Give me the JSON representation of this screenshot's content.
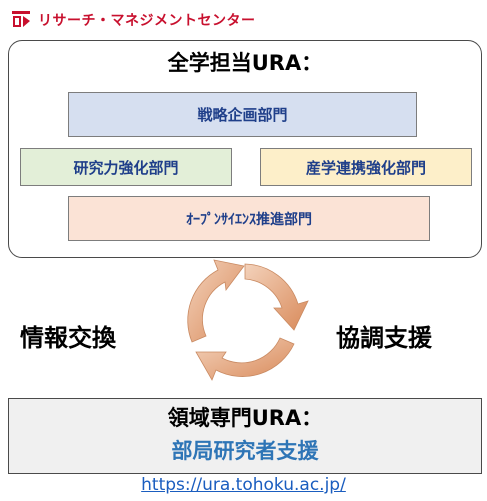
{
  "header": {
    "title": "リサーチ・マネジメントセンター",
    "brand_color": "#c8102e"
  },
  "main": {
    "title": "全学担当URA：",
    "departments": {
      "strategy": "戦略企画部門",
      "research": "研究力強化部門",
      "industry": "産学連携強化部門",
      "open_science": "ｵｰﾌﾟﾝｻｲｴﾝｽ推進部門"
    }
  },
  "cycle": {
    "left_label": "情報交換",
    "right_label": "協調支援",
    "arrow_color": "#e2aa82"
  },
  "bottom": {
    "title": "領域専門URA：",
    "subtitle": "部局研究者支援"
  },
  "link": {
    "url": "https://ura.tohoku.ac.jp/"
  }
}
